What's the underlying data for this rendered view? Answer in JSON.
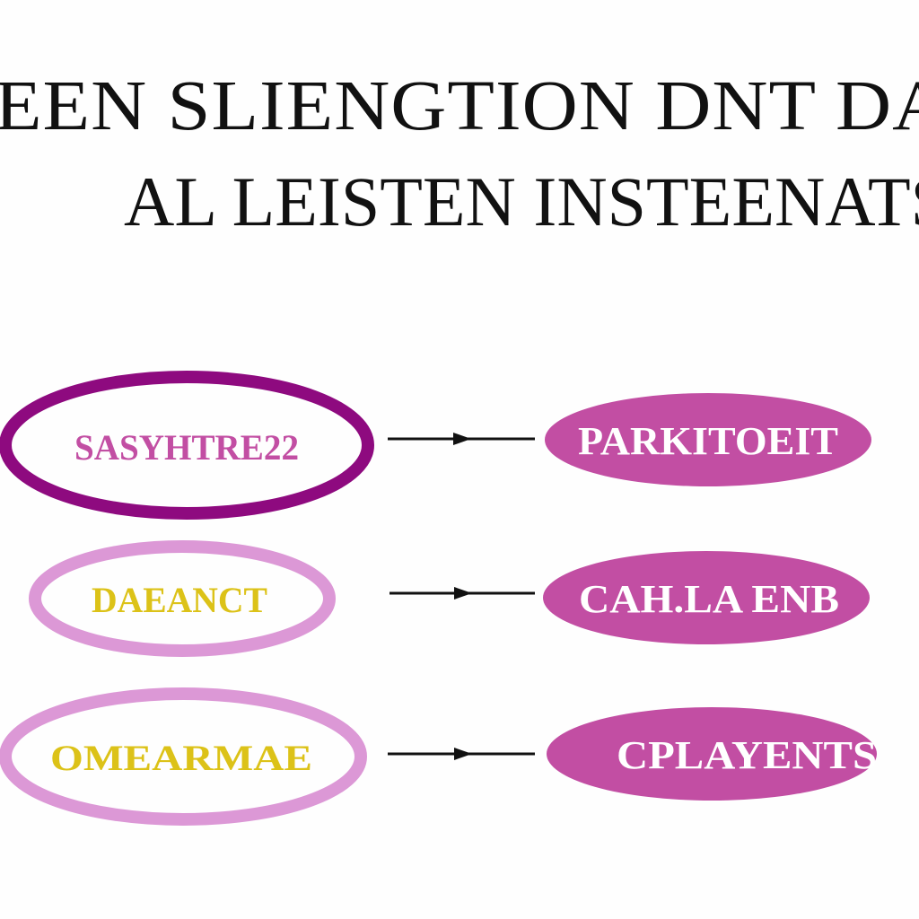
{
  "title": {
    "line1": "EEN SLIENGTION DNT DAY YOI",
    "line2": "AL LEISTEN INSTEENATS"
  },
  "colors": {
    "dark_purple": "#8e0a7f",
    "light_pink": "#dc98d6",
    "magenta_fill": "#c24ea3",
    "yellow_text": "#dcc218",
    "white_text": "#ffffff",
    "arrow": "#111111"
  },
  "rows": [
    {
      "left": {
        "label": "SASYHTRE22",
        "style": "dark-ring"
      },
      "right": {
        "label": "PARKITOEIT",
        "style": "filled"
      }
    },
    {
      "left": {
        "label": "DAEANCT",
        "style": "light-ring"
      },
      "right": {
        "label": "CAH.LA ENB",
        "style": "filled"
      }
    },
    {
      "left": {
        "label": "OMEARMAE",
        "style": "light-ring"
      },
      "right": {
        "label": "CPLAYENTS",
        "style": "filled"
      }
    }
  ]
}
